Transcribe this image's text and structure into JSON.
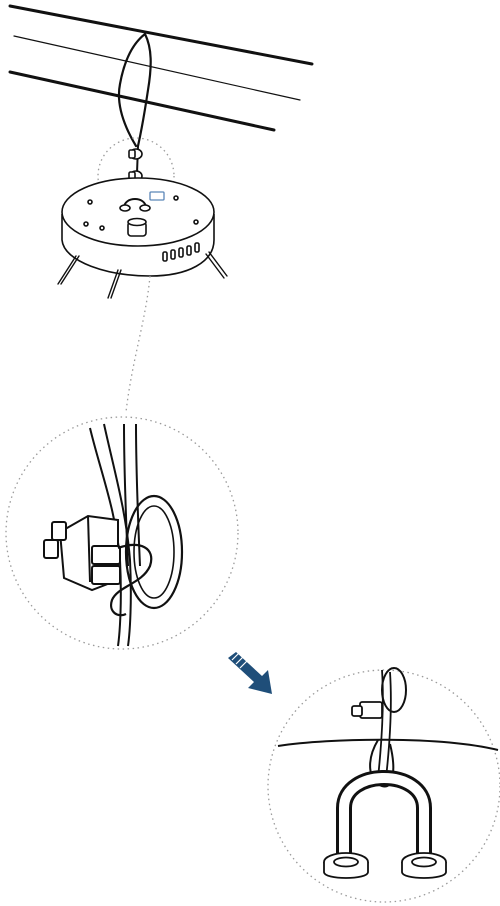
{
  "diagram": {
    "kind": "installation-illustration",
    "has_text": false,
    "colors": {
      "line": "#111111",
      "background": "#ffffff",
      "callout_dots": "#9a9a9a",
      "arrow_fill": "#1f4e79",
      "plate_accent": "#5b86b8"
    },
    "icons": [
      "ceiling-beam",
      "suspension-wire-loop",
      "round-fixture-housing",
      "wire-rope-clip-detail",
      "direction-arrow-icon",
      "eyebolt-attachment-detail"
    ]
  }
}
